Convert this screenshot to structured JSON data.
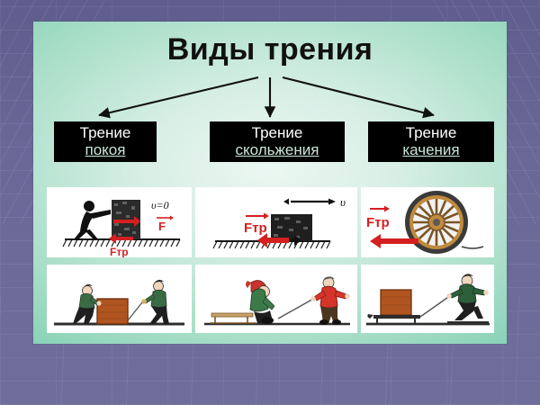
{
  "slide": {
    "title": "Виды трения",
    "background_outer": "#656392",
    "background_slide_edge": "#38b289",
    "background_slide_center": "#ecf7f2",
    "label_box_color": "#000000",
    "label_top_text_color": "#ffffff",
    "label_bottom_text_color": "#c8e6d8",
    "force_label_color": "#d42020"
  },
  "categories": [
    {
      "id": "static",
      "top": "Трение",
      "bottom": "покоя",
      "diagram": {
        "name": "man-pushing-stationary-block",
        "velocity_label": "υ=0",
        "applied_force_label": "F",
        "friction_force_label": "Fтр",
        "friction_arrow_direction": "left",
        "applied_arrow_direction": "right"
      },
      "photo": {
        "name": "two-men-pushing-and-pulling-crate",
        "description": "Двое мужчин толкают и тянут ящик"
      }
    },
    {
      "id": "sliding",
      "top": "Трение",
      "bottom": "скольжения",
      "diagram": {
        "name": "block-sliding-on-surface",
        "velocity_label": "υ",
        "friction_force_label": "Fтр",
        "friction_arrow_direction": "left",
        "motion_arrow_direction": "right"
      },
      "photo": {
        "name": "child-on-sled-being-pulled",
        "description": "Ребёнок на санках, которого тянут"
      }
    },
    {
      "id": "rolling",
      "top": "Трение",
      "bottom": "качения",
      "diagram": {
        "name": "wooden-spoked-wheel",
        "friction_force_label": "Fтр",
        "friction_arrow_direction": "left",
        "spoke_count": 16
      },
      "photo": {
        "name": "man-pulling-loaded-cart",
        "description": "Человек тянет повозку с ящиком"
      }
    }
  ],
  "connectors": {
    "count": 3,
    "color": "#111111",
    "style": "arrow"
  }
}
